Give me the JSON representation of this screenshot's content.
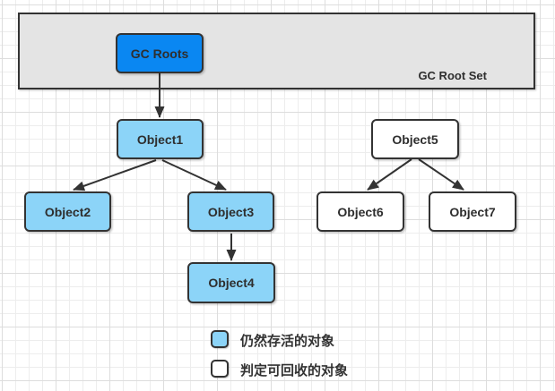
{
  "diagram": {
    "root_container": {
      "label": "GC Root Set"
    },
    "nodes": [
      {
        "id": "gc_roots",
        "label": "GC Roots",
        "kind": "gc-root"
      },
      {
        "id": "object1",
        "label": "Object1",
        "kind": "alive"
      },
      {
        "id": "object2",
        "label": "Object2",
        "kind": "alive"
      },
      {
        "id": "object3",
        "label": "Object3",
        "kind": "alive"
      },
      {
        "id": "object4",
        "label": "Object4",
        "kind": "alive"
      },
      {
        "id": "object5",
        "label": "Object5",
        "kind": "collectable"
      },
      {
        "id": "object6",
        "label": "Object6",
        "kind": "collectable"
      },
      {
        "id": "object7",
        "label": "Object7",
        "kind": "collectable"
      }
    ],
    "edges": [
      {
        "from": "gc_roots",
        "to": "object1"
      },
      {
        "from": "object1",
        "to": "object2"
      },
      {
        "from": "object1",
        "to": "object3"
      },
      {
        "from": "object3",
        "to": "object4"
      },
      {
        "from": "object5",
        "to": "object6"
      },
      {
        "from": "object5",
        "to": "object7"
      }
    ],
    "legend": [
      {
        "swatch": "alive",
        "label": "仍然存活的对象"
      },
      {
        "swatch": "collectable",
        "label": "判定可回收的对象"
      }
    ],
    "colors": {
      "gc_root_fill": "#0a87f2",
      "alive_fill": "#8cd4f8",
      "collectable_fill": "#ffffff",
      "stroke": "#333333",
      "root_set_fill": "#e4e4e4",
      "grid_line": "#ededed"
    }
  }
}
